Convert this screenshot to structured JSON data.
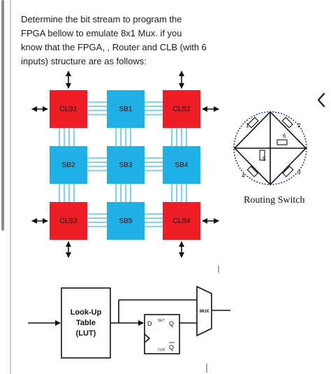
{
  "question": {
    "lines": [
      "Determine the bit stream to program the",
      "FPGA bellow to emulate  8x1 Mux. if you",
      "know that the FPGA, , Router and CLB (with 6",
      "inputs) structure are as follows:"
    ]
  },
  "fpga": {
    "clb1": "CLB1",
    "clb2": "CLB2",
    "clb3": "CLB3",
    "clb4": "CLB4",
    "sb1": "SB1",
    "sb2": "SB2",
    "sb3": "SB3",
    "sb4": "SB4",
    "sb5": "SB5"
  },
  "routing_switch": {
    "label": "Routing Switch",
    "n1": "1",
    "n2": "2",
    "n3": "3",
    "n4": "4",
    "n5": "5",
    "n6": "6"
  },
  "clb_detail": {
    "lut_line1": "Look-Up",
    "lut_line2": "Table",
    "lut_line3": "(LUT)",
    "d": "D",
    "q": "Q",
    "qbar": "Q",
    "set": "SET",
    "clr": "CLR",
    "mux": "MUX"
  },
  "nav": {
    "icon": "chevron-left-icon"
  },
  "colors": {
    "clb": "#ee1c24",
    "sb": "#1fb0e6",
    "wire": "#5bc8f0"
  }
}
